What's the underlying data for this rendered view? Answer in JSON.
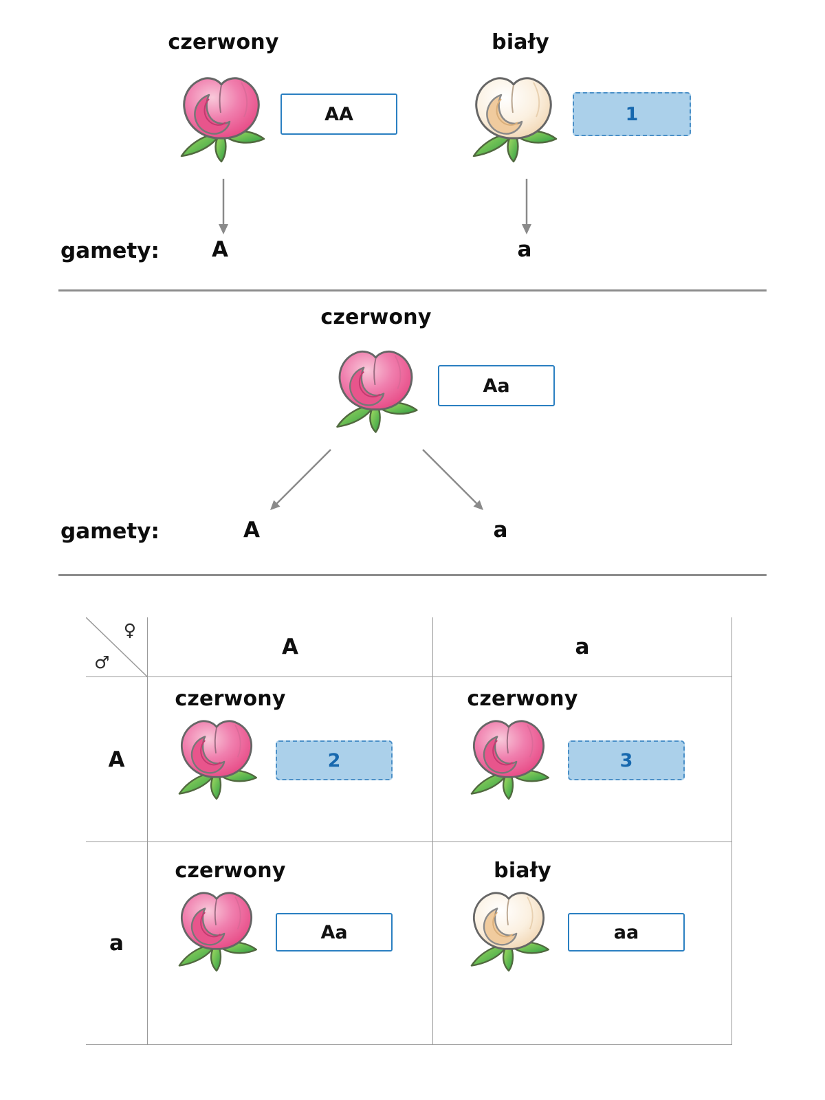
{
  "colors": {
    "box_border_blue": "#2a7fc1",
    "slot_fill_blue": "#abd0ea",
    "slot_text_blue": "#1768ae",
    "divider_gray": "#8c8c8c",
    "grid_gray": "#9a9a9a",
    "arrow_gray": "#8a8a8a",
    "red_flower": "#e6427f",
    "white_flower": "#f0d3ad",
    "leaf_green": "#2f9e44"
  },
  "parent_cross": {
    "left_label": "czerwony",
    "left_genotype": "AA",
    "right_label": "biały",
    "right_slot_value": "1",
    "gametes_caption": "gamety:",
    "left_gamete": "A",
    "right_gamete": "a"
  },
  "f1": {
    "label": "czerwony",
    "genotype": "Aa",
    "gametes_caption": "gamety:",
    "left_gamete": "A",
    "right_gamete": "a"
  },
  "punnett": {
    "female_symbol": "♀",
    "male_symbol": "♂",
    "col_headers": [
      "A",
      "a"
    ],
    "row_headers": [
      "A",
      "a"
    ],
    "cells": [
      {
        "label": "czerwony",
        "flower": "red",
        "value": "2",
        "is_slot": true
      },
      {
        "label": "czerwony",
        "flower": "red",
        "value": "3",
        "is_slot": true
      },
      {
        "label": "czerwony",
        "flower": "red",
        "value": "Aa",
        "is_slot": false
      },
      {
        "label": "biały",
        "flower": "white",
        "value": "aa",
        "is_slot": false
      }
    ]
  }
}
